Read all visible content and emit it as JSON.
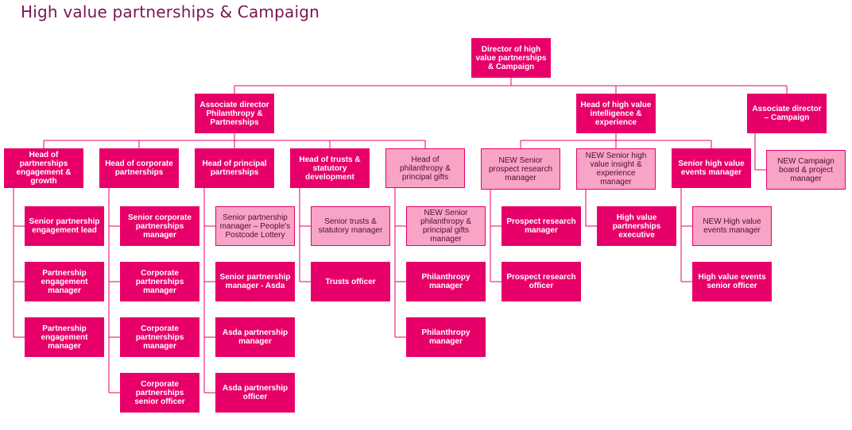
{
  "title": "High value partnerships & Campaign",
  "colors": {
    "primary": "#e8006a",
    "vacancy": "#f9a3c6",
    "lines": "#e8006a",
    "title": "#7a1550"
  },
  "nodes": {
    "director": "Director of high value partnerships & Campaign",
    "assoc_philanthropy": "Associate director Philanthropy & Partnerships",
    "head_intelligence": "Head of high value intelligence & experience",
    "assoc_campaign": "Associate director – Campaign",
    "head_engagement": "Head of partnerships engagement & growth",
    "head_corporate": "Head of corporate partnerships",
    "head_principal": "Head of principal partnerships",
    "head_trusts": "Head of trusts & statutory development",
    "head_philanthropy": "Head of philanthropy & principal gifts",
    "new_prospect_manager": "NEW Senior prospect research manager",
    "new_insight_manager": "NEW Senior high value insight & experience manager",
    "senior_events_manager": "Senior high value events manager",
    "new_campaign_manager": "NEW Campaign board & project manager",
    "senior_engagement_lead": "Senior partnership engagement lead",
    "engagement_manager_1": "Partnership engagement manager",
    "engagement_manager_2": "Partnership engagement manager",
    "senior_corporate_manager": "Senior corporate partnerships manager",
    "corporate_manager_1": "Corporate partnerships manager",
    "corporate_manager_2": "Corporate partnerships manager",
    "corporate_senior_officer": "Corporate partnerships senior officer",
    "senior_manager_postcode": "Senior partnership manager – People's Postcode Lottery",
    "senior_manager_asda": "Senior partnership manager - Asda",
    "asda_manager": "Asda partnership manager",
    "asda_officer": "Asda partnership officer",
    "senior_trusts_manager": "Senior trusts & statutory manager",
    "trusts_officer": "Trusts officer",
    "new_philanthropy_manager": "NEW Senior philanthropy & principal gifts manager",
    "philanthropy_manager_1": "Philanthropy manager",
    "philanthropy_manager_2": "Philanthropy manager",
    "prospect_manager": "Prospect research manager",
    "prospect_officer": "Prospect research officer",
    "hv_executive": "High value partnerships executive",
    "new_events_manager": "NEW High value events manager",
    "events_senior_officer": "High value events senior officer"
  }
}
